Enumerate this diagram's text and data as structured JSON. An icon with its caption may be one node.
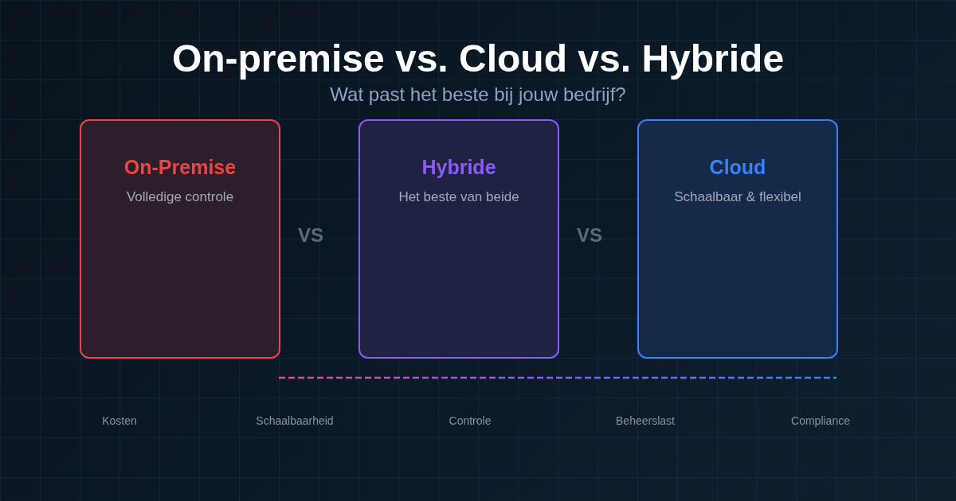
{
  "diagram": {
    "title": "On-premise vs. Cloud vs. Hybride",
    "caption": "Wat past het beste bij jouw bedrijf?",
    "nodes": [
      {
        "text": [
          "On-Premise",
          "Volledige controle"
        ]
      },
      {
        "text": [
          "Hybride",
          "Het beste van beide"
        ]
      },
      {
        "text": [
          "Cloud",
          "Schaalbaar & flexibel"
        ]
      }
    ],
    "labels": [
      "VS",
      "VS",
      "Kosten",
      "Schaalbaarheid",
      "Controle",
      "Beheerslast",
      "Compliance"
    ]
  }
}
